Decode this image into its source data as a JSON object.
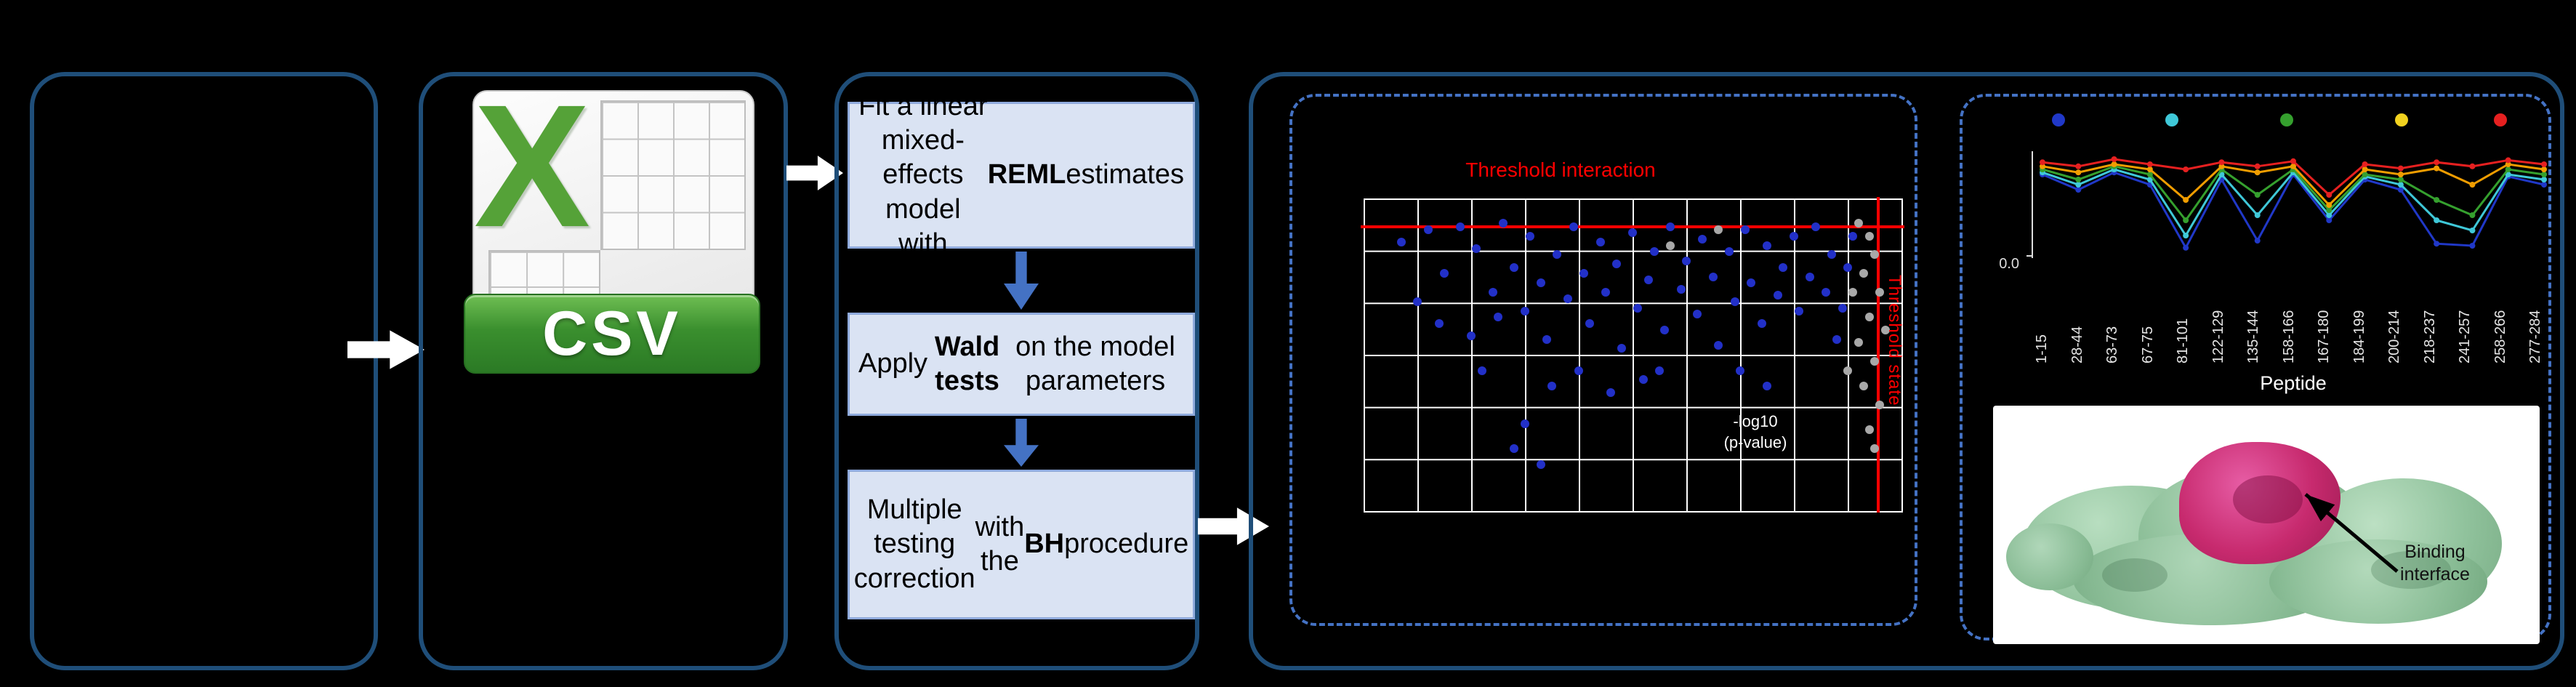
{
  "colors": {
    "background": "#000000",
    "panel_border": "#1F4E79",
    "dashed_border": "#4472C4",
    "step_box_fill": "#DAE3F3",
    "flow_arrow": "#FFFFFF",
    "threshold_red": "#FF0000",
    "csv_green": "#3A8F2E",
    "excel_x_green": "#55A238"
  },
  "csv_icon": {
    "letter": "X",
    "banner": "CSV"
  },
  "steps_panel": {
    "steps": [
      {
        "segments": [
          {
            "text": "Fit a linear mixed-effects model with "
          },
          {
            "text": "REML",
            "bold": true
          },
          {
            "text": " estimates"
          }
        ]
      },
      {
        "segments": [
          {
            "text": "Apply "
          },
          {
            "text": "Wald tests",
            "bold": true
          },
          {
            "text": " on the model parameters"
          }
        ]
      },
      {
        "segments": [
          {
            "text": "Multiple testing correction"
          },
          {
            "break": true
          },
          {
            "text": "with the "
          },
          {
            "text": "BH",
            "bold": true
          },
          {
            "text": " procedure"
          }
        ]
      }
    ]
  },
  "protein": {
    "caption": "Binding interface"
  },
  "chart_data": [
    {
      "type": "scatter",
      "title": "Threshold interaction",
      "x_threshold_label": "Threshold state",
      "annotation_lines": [
        "-log10",
        "(p-value)"
      ],
      "grid": {
        "cols": 10,
        "rows": 6,
        "grid_color": "#FFFFFF",
        "bg": "#000000"
      },
      "thresholds": {
        "horizontal_y_pct": 8.5,
        "vertical_x_pct": 95.4,
        "color": "#FF0000"
      },
      "series": [
        {
          "label": "blue",
          "color": "#2230C8",
          "points": [
            [
              7,
              14
            ],
            [
              10,
              33
            ],
            [
              12,
              10
            ],
            [
              14,
              40
            ],
            [
              15,
              24
            ],
            [
              18,
              9
            ],
            [
              20,
              44
            ],
            [
              21,
              16
            ],
            [
              22,
              55
            ],
            [
              24,
              30
            ],
            [
              25,
              38
            ],
            [
              26,
              8
            ],
            [
              28,
              22
            ],
            [
              28,
              80
            ],
            [
              30,
              36
            ],
            [
              30,
              72
            ],
            [
              31,
              12
            ],
            [
              33,
              27
            ],
            [
              33,
              85
            ],
            [
              34,
              45
            ],
            [
              35,
              60
            ],
            [
              36,
              18
            ],
            [
              38,
              32
            ],
            [
              39,
              9
            ],
            [
              40,
              55
            ],
            [
              41,
              24
            ],
            [
              42,
              40
            ],
            [
              44,
              14
            ],
            [
              45,
              30
            ],
            [
              46,
              62
            ],
            [
              47,
              21
            ],
            [
              48,
              48
            ],
            [
              50,
              11
            ],
            [
              51,
              35
            ],
            [
              52,
              58
            ],
            [
              53,
              26
            ],
            [
              54,
              17
            ],
            [
              55,
              55
            ],
            [
              56,
              42
            ],
            [
              57,
              9
            ],
            [
              59,
              29
            ],
            [
              60,
              20
            ],
            [
              62,
              37
            ],
            [
              63,
              13
            ],
            [
              65,
              25
            ],
            [
              66,
              47
            ],
            [
              68,
              17
            ],
            [
              69,
              33
            ],
            [
              70,
              55
            ],
            [
              71,
              10
            ],
            [
              72,
              27
            ],
            [
              74,
              40
            ],
            [
              75,
              15
            ],
            [
              75,
              60
            ],
            [
              77,
              31
            ],
            [
              78,
              22
            ],
            [
              80,
              12
            ],
            [
              81,
              36
            ],
            [
              83,
              25
            ],
            [
              84,
              9
            ],
            [
              86,
              30
            ],
            [
              87,
              18
            ],
            [
              88,
              45
            ],
            [
              89,
              35
            ],
            [
              90,
              22
            ],
            [
              91,
              12
            ]
          ]
        },
        {
          "label": "gray",
          "color": "#A8A8A8",
          "points": [
            [
              57,
              15
            ],
            [
              66,
              10
            ],
            [
              90,
              55
            ],
            [
              91,
              30
            ],
            [
              92,
              8
            ],
            [
              92,
              46
            ],
            [
              93,
              24
            ],
            [
              93,
              60
            ],
            [
              94,
              12
            ],
            [
              94,
              38
            ],
            [
              94,
              74
            ],
            [
              95,
              18
            ],
            [
              95,
              52
            ],
            [
              95,
              80
            ],
            [
              96,
              30
            ],
            [
              96,
              66
            ],
            [
              97,
              42
            ]
          ]
        }
      ]
    },
    {
      "type": "line",
      "xlabel": "Peptide",
      "ylim": [
        0,
        1
      ],
      "y_tick_labels": [
        "0.0"
      ],
      "categories": [
        "1-15",
        "28-44",
        "63-73",
        "67-75",
        "81-101",
        "122-129",
        "135-144",
        "158-166",
        "167-180",
        "184-199",
        "200-214",
        "218-237",
        "241-257",
        "258-266",
        "277-284"
      ],
      "legend_dot_colors": [
        "#2038C8",
        "#3FC8D8",
        "#35A02E",
        "#F2D21F",
        "#E62020"
      ],
      "series": [
        {
          "color": "#2038C8",
          "values": [
            0.8,
            0.65,
            0.82,
            0.7,
            0.08,
            0.75,
            0.15,
            0.8,
            0.35,
            0.75,
            0.65,
            0.12,
            0.1,
            0.78,
            0.7
          ]
        },
        {
          "color": "#3FC8D8",
          "values": [
            0.82,
            0.7,
            0.85,
            0.75,
            0.2,
            0.8,
            0.4,
            0.82,
            0.4,
            0.78,
            0.7,
            0.35,
            0.25,
            0.8,
            0.75
          ]
        },
        {
          "color": "#35A02E",
          "values": [
            0.85,
            0.75,
            0.88,
            0.8,
            0.35,
            0.85,
            0.6,
            0.85,
            0.45,
            0.8,
            0.75,
            0.55,
            0.4,
            0.85,
            0.8
          ]
        },
        {
          "color": "#F09D00",
          "values": [
            0.88,
            0.82,
            0.9,
            0.85,
            0.55,
            0.88,
            0.82,
            0.88,
            0.5,
            0.85,
            0.8,
            0.86,
            0.7,
            0.9,
            0.85
          ]
        },
        {
          "color": "#E62020",
          "values": [
            0.92,
            0.88,
            0.95,
            0.9,
            0.85,
            0.92,
            0.88,
            0.93,
            0.6,
            0.9,
            0.86,
            0.92,
            0.88,
            0.94,
            0.9
          ]
        }
      ]
    }
  ]
}
